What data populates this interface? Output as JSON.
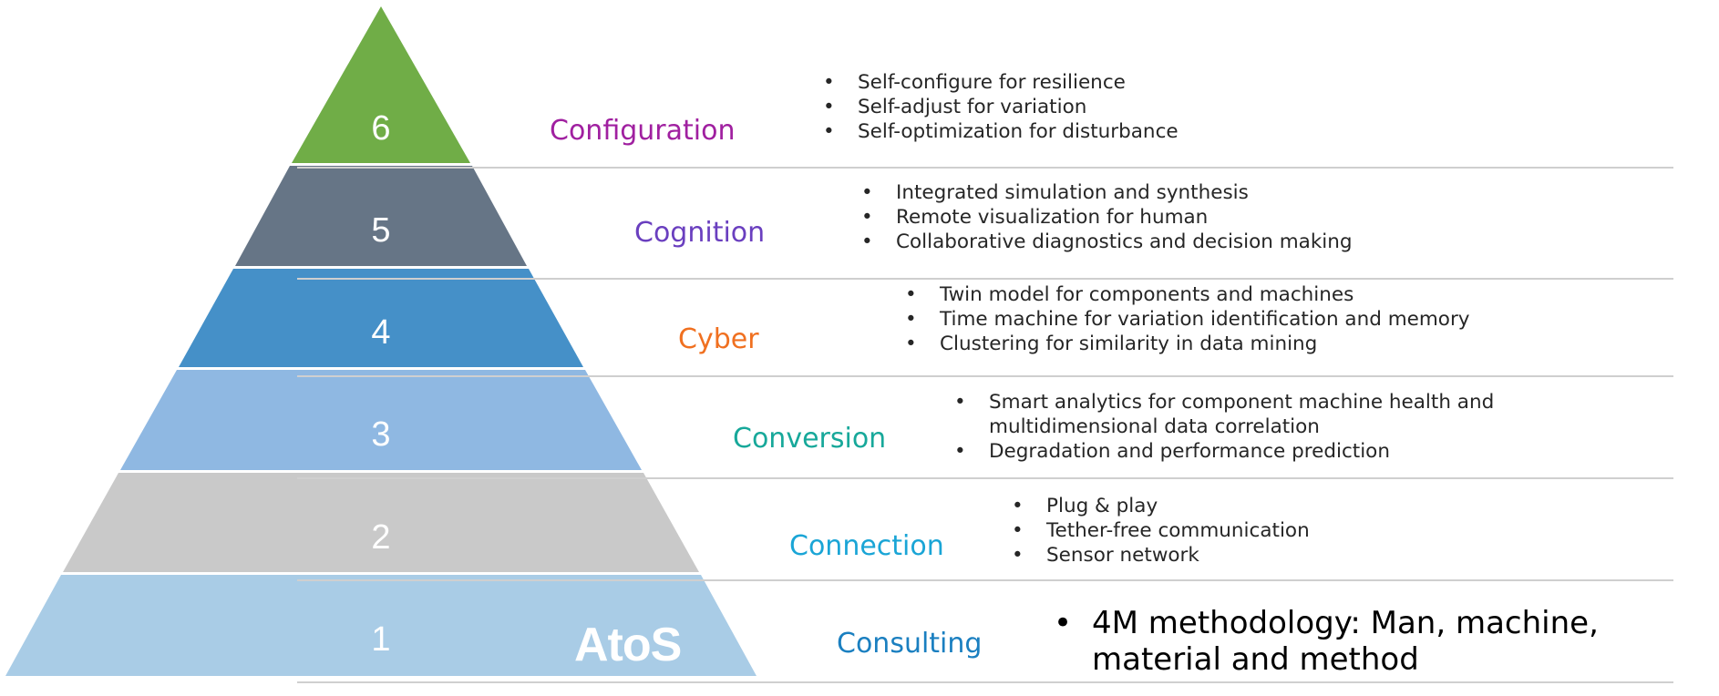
{
  "levels": [
    {
      "number": "6",
      "name": "Configuration",
      "color": "#70ad47",
      "label_color": "#a020a0",
      "bullets": [
        "Self-configure for resilience",
        "Self-adjust for variation",
        "Self-optimization for disturbance"
      ]
    },
    {
      "number": "5",
      "name": "Cognition",
      "color": "#667586",
      "label_color": "#6a3fbf",
      "bullets": [
        "Integrated simulation and synthesis",
        "Remote visualization for human",
        "Collaborative diagnostics and decision making"
      ]
    },
    {
      "number": "4",
      "name": "Cyber",
      "color": "#4590c8",
      "label_color": "#f07020",
      "bullets": [
        "Twin model for components and machines",
        "Time machine for variation identification and memory",
        "Clustering for similarity in data mining"
      ]
    },
    {
      "number": "3",
      "name": "Conversion",
      "color": "#8fb8e2",
      "label_color": "#17a89a",
      "bullets": [
        "Smart analytics for component machine health and multidimensional data correlation",
        "Degradation and performance prediction"
      ]
    },
    {
      "number": "2",
      "name": "Connection",
      "color": "#c9c9c9",
      "label_color": "#1aa5d6",
      "bullets": [
        "Plug & play",
        "Tether-free communication",
        "Sensor network"
      ]
    },
    {
      "number": "1",
      "name": "Consulting",
      "color": "#a9cce6",
      "label_color": "#1a7fc0",
      "bullets": [
        "4M methodology: Man, machine, material and method"
      ]
    }
  ],
  "logo": "AtoS"
}
